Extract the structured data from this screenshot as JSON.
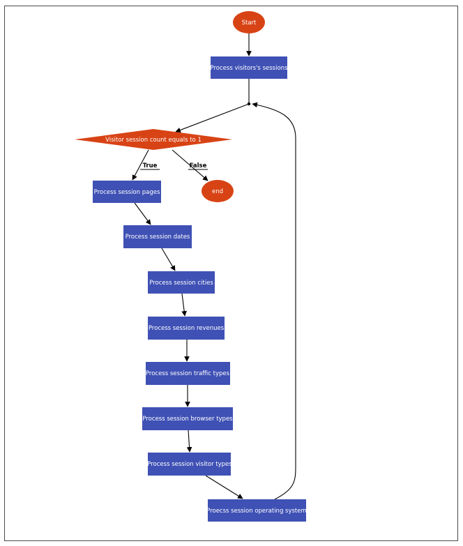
{
  "colors": {
    "process_fill": "#3f51b5",
    "terminal_fill": "#d84315",
    "decision_fill": "#d84315",
    "edge": "#000000",
    "frame": "#4a4a4a"
  },
  "nodes": {
    "start": "Start",
    "process_visitors_sessions": "Process visitors's sessions",
    "decision": "Visitor session count equals to 1",
    "end": "end",
    "session_pages": "Process session pages",
    "session_dates": "Process session dates",
    "session_cities": "Process session cities",
    "session_revenues": "Process session revenues",
    "session_traffic_types": "Process session traffic types",
    "session_browser_types": "Process session browser types",
    "session_visitor_types": "Process session visitor types",
    "session_operating_system": "Proecss session operating system"
  },
  "edge_labels": {
    "true": "True",
    "false": "False"
  }
}
